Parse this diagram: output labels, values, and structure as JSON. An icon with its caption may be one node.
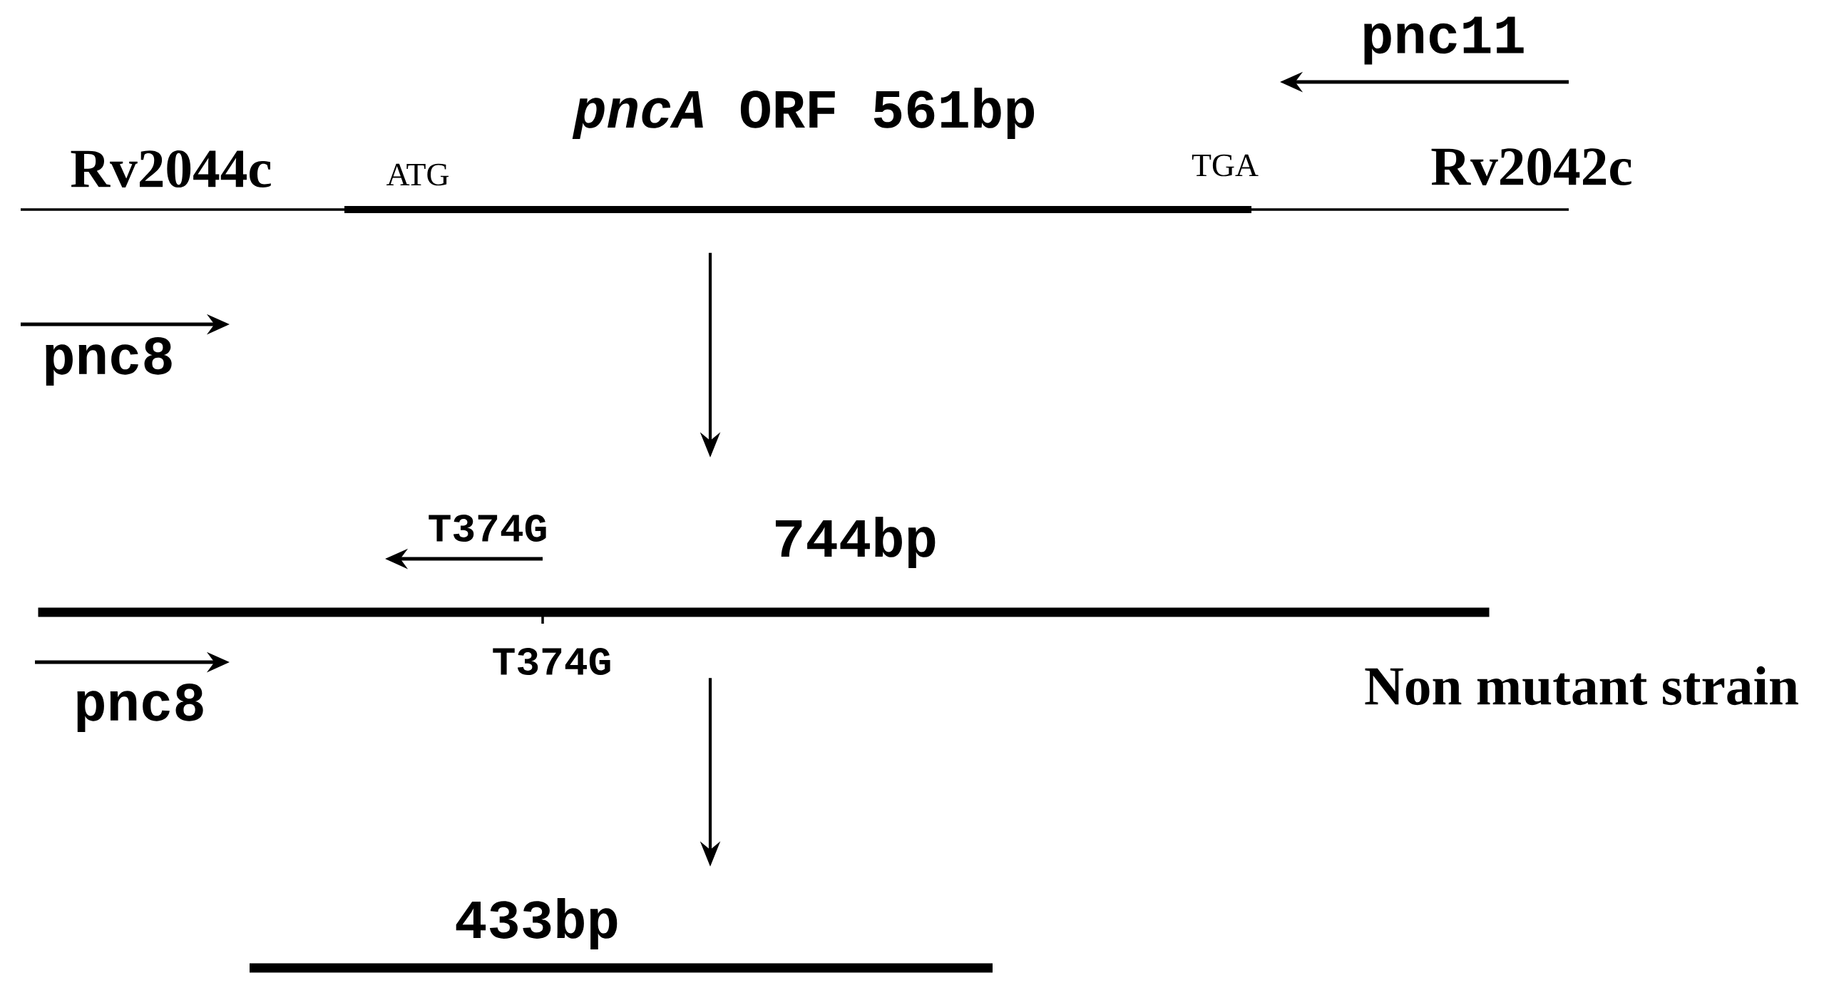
{
  "diagram": {
    "nodes": [
      {
        "text": [],
        "shape": "bar"
      },
      {
        "text": [],
        "shape": "bar",
        "beside": [
          "744bp"
        ]
      },
      {
        "text": [],
        "shape": "bar",
        "beside": [
          "433bp"
        ]
      }
    ],
    "edges": [
      {
        "from": 0,
        "to": 1,
        "arrow": "to"
      },
      {
        "from": 1,
        "to": 2,
        "arrow": "to"
      }
    ],
    "labels": [
      "pnc11",
      "*pncA* ORF 561bp",
      "Rv2044c",
      "ATG",
      "TGA",
      "Rv2042c",
      "pnc8",
      "T374G",
      "T374G",
      "pnc8",
      "Non mutant strain"
    ]
  }
}
